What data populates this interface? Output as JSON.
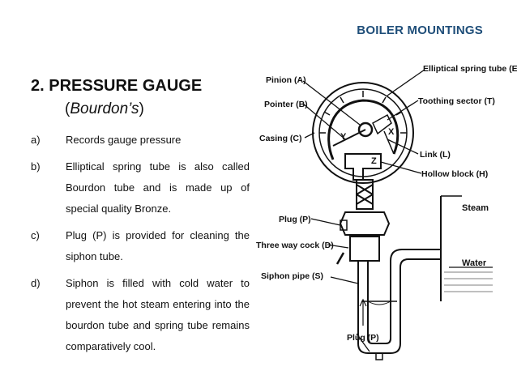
{
  "header": {
    "title": "BOILER MOUNTINGS"
  },
  "heading": {
    "title": "2. PRESSURE GAUGE",
    "subtitle": "Bourdon’s"
  },
  "items": [
    {
      "mark": "a)",
      "text": "Records gauge pressure"
    },
    {
      "mark": "b)",
      "text": "Elliptical spring tube is also called Bourdon tube and is made up of special quality Bronze."
    },
    {
      "mark": "c)",
      "text": "Plug (P) is provided for cleaning the siphon tube."
    },
    {
      "mark": "d)",
      "text": "Siphon is filled with cold water to prevent the hot steam entering into the bourdon tube and spring tube remains comparatively cool."
    }
  ],
  "diagram": {
    "labels": {
      "pinion": "Pinion (A)",
      "pointer": "Pointer (B)",
      "casing": "Casing (C)",
      "plug_top": "Plug (P)",
      "cock": "Three way cock (D)",
      "siphon": "Siphon pipe (S)",
      "plug_bottom": "Plug (P)",
      "spring_tube": "Elliptical spring tube (E)",
      "sector": "Toothing sector (T)",
      "link": "Link (L)",
      "hollow": "Hollow block (H)",
      "steam": "Steam",
      "water": "Water",
      "y": "Y",
      "x": "X",
      "z": "Z"
    }
  }
}
